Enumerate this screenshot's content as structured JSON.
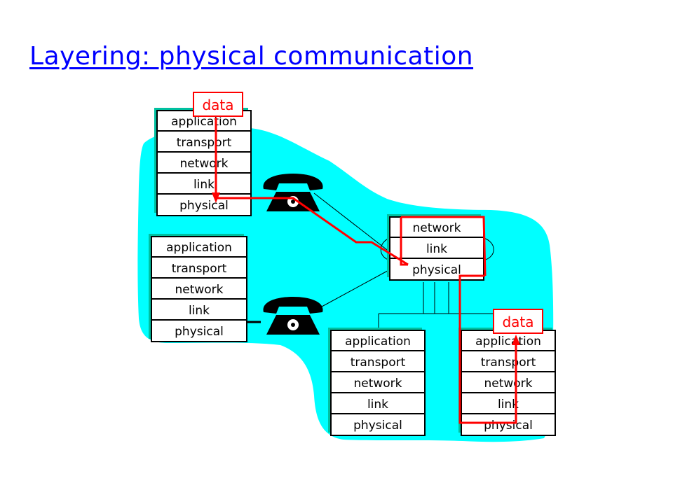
{
  "title": "Layering: physical communication",
  "colors": {
    "title": "#0000ff",
    "cloud": "#00ffff",
    "stack_shadow": "#00c0a0",
    "path": "#ff0000",
    "data_label": "#ff0000"
  },
  "stacks": {
    "host_top_left": [
      "application",
      "transport",
      "network",
      "link",
      "physical"
    ],
    "host_mid_left": [
      "application",
      "transport",
      "network",
      "link",
      "physical"
    ],
    "router": [
      "network",
      "link",
      "physical"
    ],
    "host_bottom_mid": [
      "application",
      "transport",
      "network",
      "link",
      "physical"
    ],
    "host_bottom_right": [
      "application",
      "transport",
      "network",
      "link",
      "physical"
    ]
  },
  "data_labels": {
    "source": "data",
    "destination": "data"
  },
  "icons": [
    "telephone-icon",
    "telephone-icon"
  ]
}
